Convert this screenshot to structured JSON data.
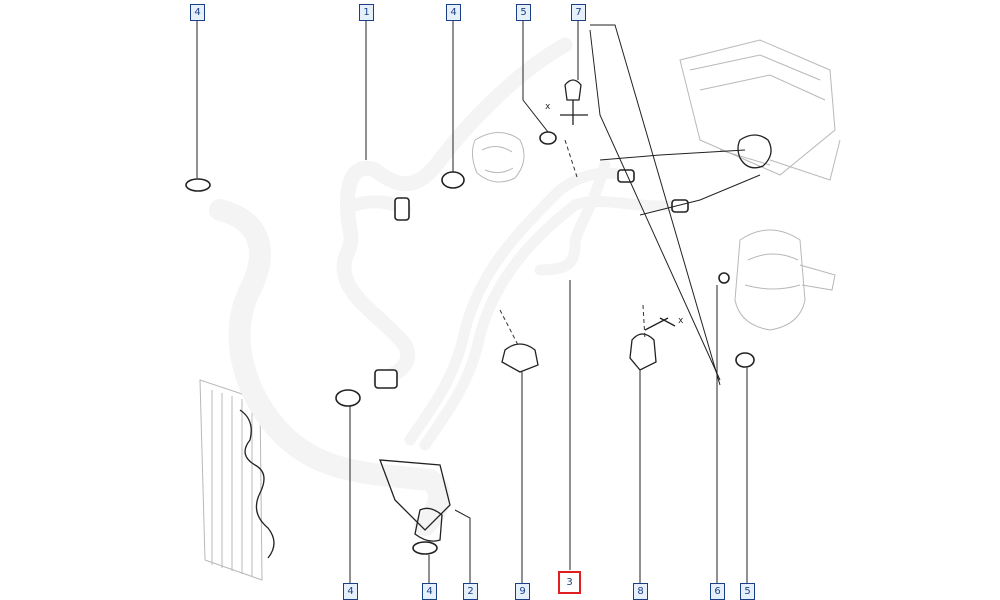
{
  "callouts": {
    "c1": "1",
    "c2": "2",
    "c3": "3",
    "c4a": "4",
    "c4b": "4",
    "c4c": "4",
    "c4d": "4",
    "c5a": "5",
    "c5b": "5",
    "c6": "6",
    "c7": "7",
    "c8": "8",
    "c9": "9"
  },
  "axis_labels": {
    "x_top": "x",
    "x_clip": "x"
  },
  "highlight_color": "#e02020",
  "callout_color": "#1b3f86"
}
